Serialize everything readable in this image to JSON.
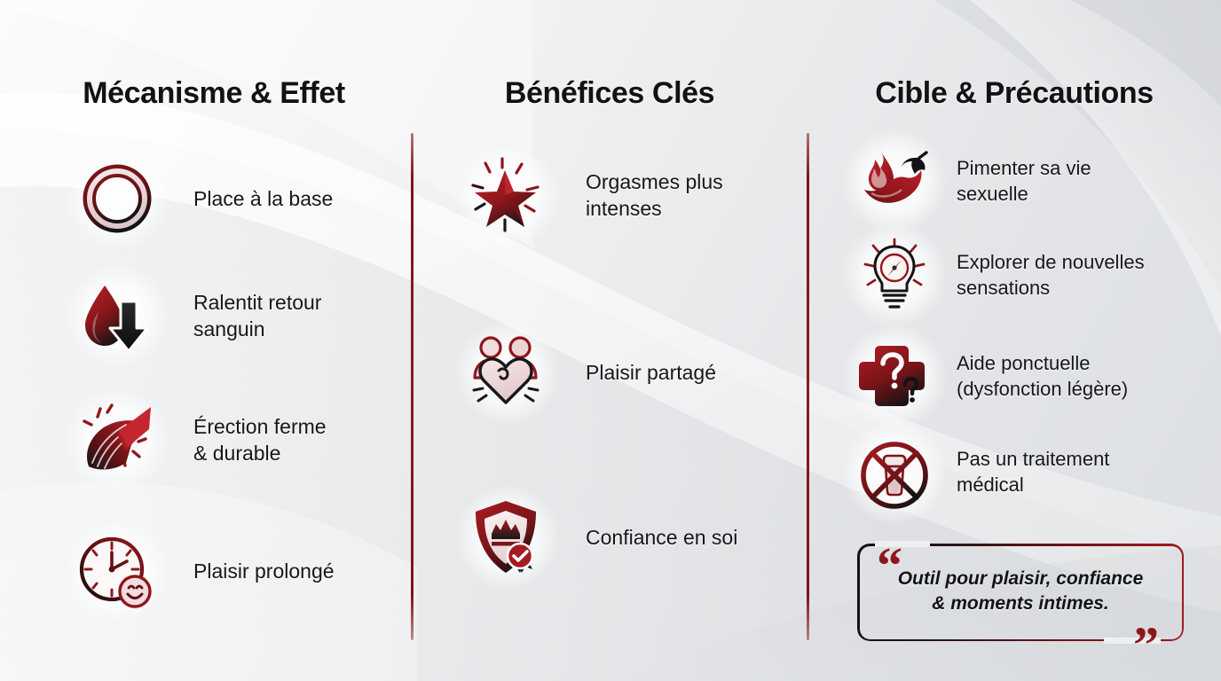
{
  "theme": {
    "accent_red": "#8c1a1d",
    "accent_red_bright": "#b3202a",
    "dark": "#111214",
    "text": "#16171a",
    "bg_light": "#fbfbfc",
    "bg_shade": "#dcdfe2"
  },
  "columns": [
    {
      "id": "mecanisme-effet",
      "title": "Mécanisme & Effet",
      "items": [
        {
          "icon": "ring-icon",
          "label": "Place à la base"
        },
        {
          "icon": "blood-drop-down-arrow-icon",
          "label": "Ralentit retour\nsanguin"
        },
        {
          "icon": "rising-arrow-icon",
          "label": "Érection ferme\n& durable"
        },
        {
          "icon": "clock-smiley-icon",
          "label": "Plaisir prolongé"
        }
      ]
    },
    {
      "id": "benefices-cles",
      "title": "Bénéfices Clés",
      "items": [
        {
          "icon": "sparkling-star-icon",
          "label": "Orgasmes plus\nintenses"
        },
        {
          "icon": "couple-heart-icon",
          "label": "Plaisir partagé"
        },
        {
          "icon": "shield-crown-badge-icon",
          "label": "Confiance en soi"
        }
      ]
    },
    {
      "id": "cible-precautions",
      "title": "Cible & Précautions",
      "items": [
        {
          "icon": "chili-flame-icon",
          "label": "Pimenter sa vie\nsexuelle"
        },
        {
          "icon": "lightbulb-compass-icon",
          "label": "Explorer de nouvelles\nsensations"
        },
        {
          "icon": "medical-cross-question-icon",
          "label": "Aide ponctuelle\n(dysfonction légère)"
        },
        {
          "icon": "no-medication-icon",
          "label": "Pas un traitement\nmédical"
        }
      ]
    }
  ],
  "quote": {
    "text": "Outil pour plaisir, confiance\n& moments intimes.",
    "open_mark": "“",
    "close_mark": "”"
  }
}
